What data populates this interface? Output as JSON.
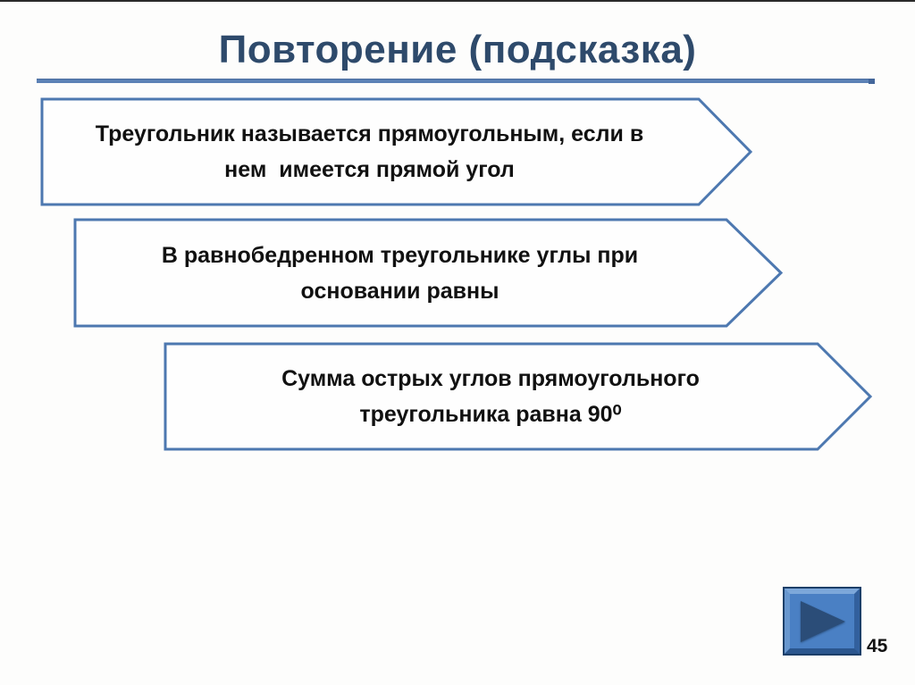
{
  "slide": {
    "title": "Повторение (подсказка)",
    "page_number": "45"
  },
  "boxes": [
    {
      "lines": [
        "Треугольник называется прямоугольным, если в",
        "нем  имеется прямой угол"
      ]
    },
    {
      "lines": [
        "В равнобедренном треугольнике углы при",
        "основании равны"
      ]
    },
    {
      "lines": [
        "Сумма острых углов прямоугольного",
        "треугольника равна 90⁰"
      ]
    }
  ],
  "button": {
    "icon": "play-icon"
  },
  "colors": {
    "background": "#fdfdfc",
    "titleColor": "#2e4a6b",
    "underline": "#5b81b5",
    "accent": "#4d78b0",
    "buttonFace": "#4a80c4",
    "buttonTriangle": "#2b4d78"
  }
}
